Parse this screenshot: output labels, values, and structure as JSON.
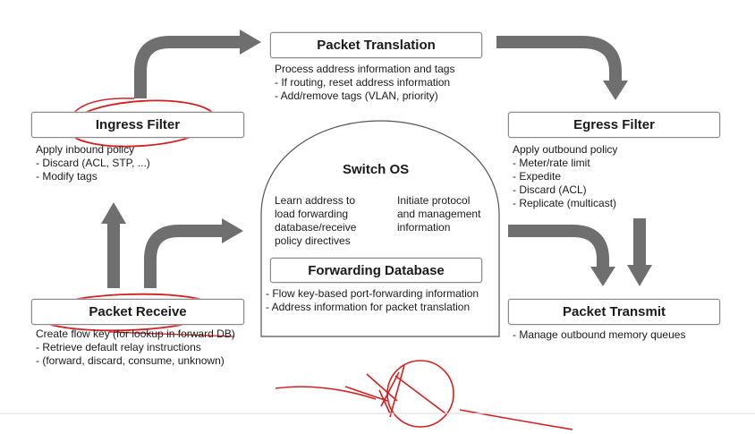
{
  "colors": {
    "arrow": "#6f6f6f",
    "box_border": "#8a8a8a",
    "annotation_red": "#d42020",
    "text": "#1a1a1a"
  },
  "packet_translation": {
    "title": "Packet Translation",
    "lines": [
      "Process address information and tags",
      "- If routing, reset address information",
      "- Add/remove tags (VLAN, priority)"
    ]
  },
  "ingress_filter": {
    "title": "Ingress Filter",
    "lines": [
      "Apply inbound policy",
      "- Discard (ACL, STP, ...)",
      "- Modify tags"
    ]
  },
  "egress_filter": {
    "title": "Egress Filter",
    "lines": [
      "Apply outbound policy",
      "- Meter/rate limit",
      "- Expedite",
      "- Discard (ACL)",
      "- Replicate (multicast)"
    ]
  },
  "switch_os": {
    "title": "Switch OS",
    "left_text": "Learn address to\nload forwarding\ndatabase/receive\npolicy directives",
    "right_text": "Initiate protocol\nand management\ninformation"
  },
  "forwarding_database": {
    "title": "Forwarding Database",
    "lines": [
      "- Flow key-based port-forwarding information",
      "- Address information for packet translation"
    ]
  },
  "packet_receive": {
    "title": "Packet Receive",
    "lines": [
      "Create flow key (for lookup in forward DB)",
      "- Retrieve default relay instructions",
      "- (forward, discard, consume, unknown)"
    ]
  },
  "packet_transmit": {
    "title": "Packet Transmit",
    "lines": [
      "- Manage outbound memory queues"
    ]
  }
}
